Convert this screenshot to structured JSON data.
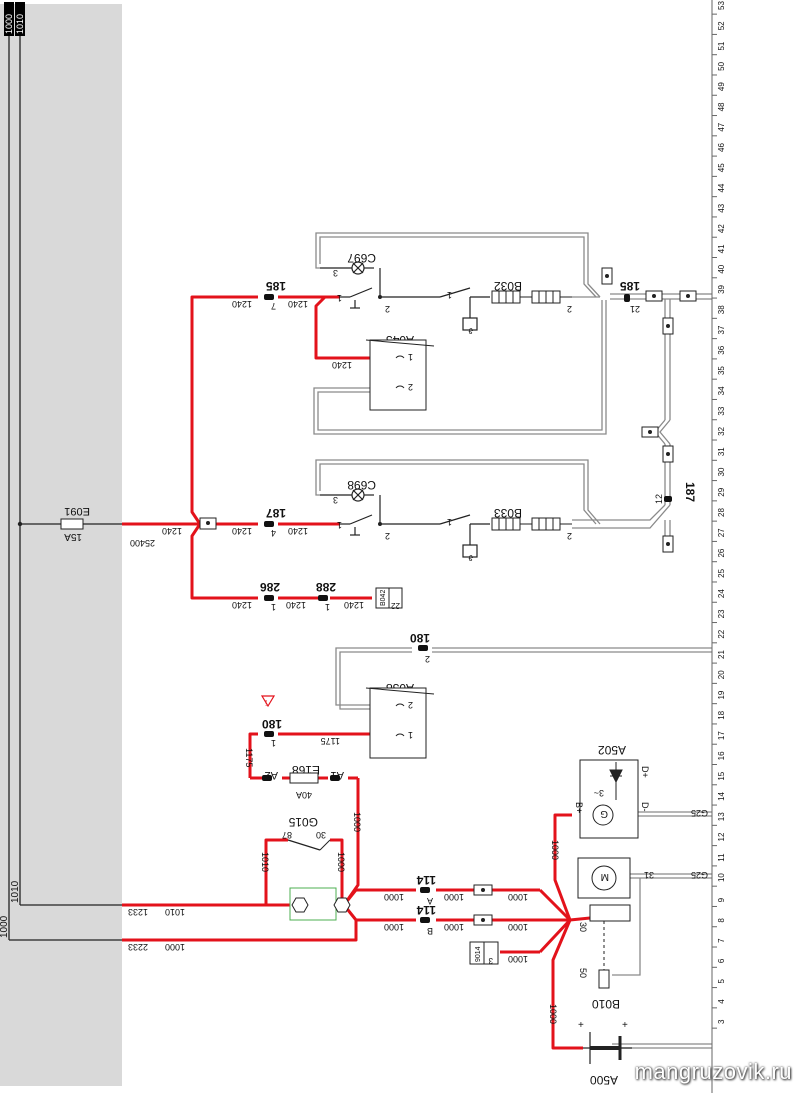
{
  "header_boxes": [
    "1000",
    "1010"
  ],
  "fuse": {
    "name": "E091",
    "rating": "15A"
  },
  "ruler_numbers": [
    "3",
    "4",
    "5",
    "6",
    "7",
    "8",
    "9",
    "10",
    "11",
    "12",
    "13",
    "14",
    "15",
    "16",
    "17",
    "18",
    "19",
    "20",
    "21",
    "22",
    "23",
    "24",
    "25",
    "26",
    "27",
    "28",
    "29",
    "30",
    "31",
    "32",
    "33",
    "34",
    "35",
    "36",
    "37",
    "38",
    "39",
    "40",
    "41",
    "42",
    "43",
    "44",
    "45",
    "46",
    "47",
    "48",
    "49",
    "50",
    "51",
    "52",
    "53"
  ],
  "wire_labels": {
    "v1000_left": "1000",
    "v1010_left": "1010",
    "w2233": "2233",
    "w1233": "1233",
    "w1000_bottom": "1000",
    "w1010_mid": "1010",
    "w25400": "25400",
    "w1240_fuse": "1240",
    "w1240_top_a": "1240",
    "w1240_top_b": "1240",
    "w1240_a043": "1240",
    "w1240_mid_a": "1240",
    "w1240_mid_b": "1240",
    "w1240_low_a": "1240",
    "w1240_low_b": "1240",
    "w1240_low_c": "1240",
    "w1175": "1175",
    "w1175_v": "1175",
    "w1000_g015": "1000",
    "w1010_g015": "1010",
    "w1000_g015b": "1000",
    "w1000_r1a": "1000",
    "w1000_r1b": "1000",
    "w1000_r1c": "1000",
    "w1000_r2a": "1000",
    "w1000_r2b": "1000",
    "w1000_r2c": "1000",
    "w1000_r3": "1000",
    "w1000_bplus": "1000",
    "w1000_bat": "1000",
    "w50": "50",
    "w30": "30",
    "w31": "31",
    "g25_a": "G25",
    "g25_b": "G25"
  },
  "components": {
    "a043": "A043",
    "a038": "A038",
    "b032": "B032",
    "b033": "B033",
    "c697": "C697",
    "c698": "C698",
    "e168": "E168",
    "e168_a1": "A1",
    "e168_a2": "A2",
    "e168_rating": "40A",
    "g015": "G015",
    "g015_87": "87",
    "g015_30": "30",
    "a502": "A502",
    "a502_bplus": "B+",
    "a502_dminus": "D-",
    "a502_dplus": "D+",
    "a502_g": "G",
    "a502_3": "3~",
    "b010": "B010",
    "b010_m": "M",
    "a500": "A500",
    "b042": "B042",
    "b042_pin": "22",
    "b042_pin1": "1",
    "s9014": "9014",
    "s9014_pin": "3"
  },
  "connectors": {
    "c185_top": "185",
    "c185_top_pin": "7",
    "c187": "187",
    "c187_pin": "4",
    "c286": "286",
    "c286_pin": "1",
    "c288": "288",
    "c288_pin": "1",
    "c180_top": "180",
    "c180_top_pin": "2",
    "c180_low": "180",
    "c180_low_pin": "1",
    "c114_a": "114",
    "c114_a_pin": "A",
    "c114_b": "114",
    "c114_b_pin": "B",
    "c185_right": "185",
    "c185_right_pin": "21",
    "c187_right": "187",
    "c187_right_pin": "12"
  },
  "pins": {
    "a043_1": "1",
    "a043_2": "2",
    "a038_1": "1",
    "a038_2": "2",
    "sw1_1": "1",
    "sw1_2": "2",
    "sw1_3": "3",
    "sw2_1": "1",
    "sw2_2": "2",
    "sw2_3": "3",
    "b032_1": "1",
    "b032_2": "2",
    "b033_1": "1",
    "b033_2": "2"
  },
  "website": "mangruzovik.ru"
}
